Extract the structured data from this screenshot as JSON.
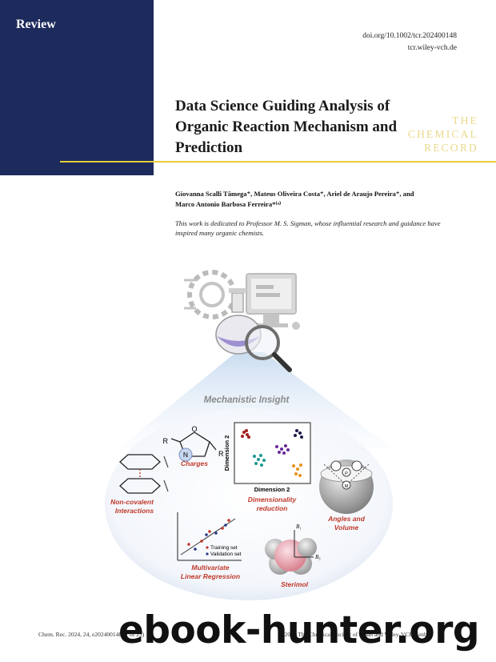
{
  "header": {
    "section_label": "Review",
    "journal_line1": "THE",
    "journal_line2": "CHEMICAL",
    "journal_line3": "RECORD",
    "doi": "doi.org/10.1002/tcr.202400148",
    "site": "tcr.wiley-vch.de"
  },
  "article": {
    "title_line1": "Data Science Guiding Analysis of",
    "title_line2": "Organic Reaction Mechanism and",
    "title_line3": "Prediction",
    "authors_line1": "Giovanna Scalli Tâmega⁺, Mateus Oliveira Costa⁺, Ariel de Araujo Pereira⁺, and",
    "authors_line2": "Marco Antonio Barbosa Ferreira*⁽ᵃ⁾",
    "dedication": "This work is dedicated to Professor M. S. Sigman, whose influential research and guidance have inspired many organic chemists."
  },
  "figure": {
    "heading": "Mechanistic Insight",
    "charges": "Charges",
    "noncovalent_1": "Non-covalent",
    "noncovalent_2": "Interactions",
    "dim2_y": "Dimension 2",
    "dim2_x": "Dimension 2",
    "dimred_1": "Dimensionality",
    "dimred_2": "reduction",
    "angles_1": "Angles and",
    "angles_2": "Volume",
    "training": "Training set",
    "validation": "Validation set",
    "mlr_1": "Multivariate",
    "mlr_2": "Linear Regression",
    "sterimol": "Sterimol",
    "atom_R1": "R",
    "atom_R2": "R",
    "atom_O": "O",
    "atom_N": "N",
    "b1": "B₁",
    "b5": "B₅",
    "atom_P": "P",
    "atom_M": "M"
  },
  "footer": {
    "citation": "Chem. Rec. 2024, 24, e202400148 (1 of 25)",
    "copyright": "© 2024 The Chemical Society of Japan and Wiley-VCH GmbH"
  },
  "watermark": "ebook-hunter.org",
  "colors": {
    "navy": "#1d2a5c",
    "accent_yellow": "#e6cd38"
  }
}
